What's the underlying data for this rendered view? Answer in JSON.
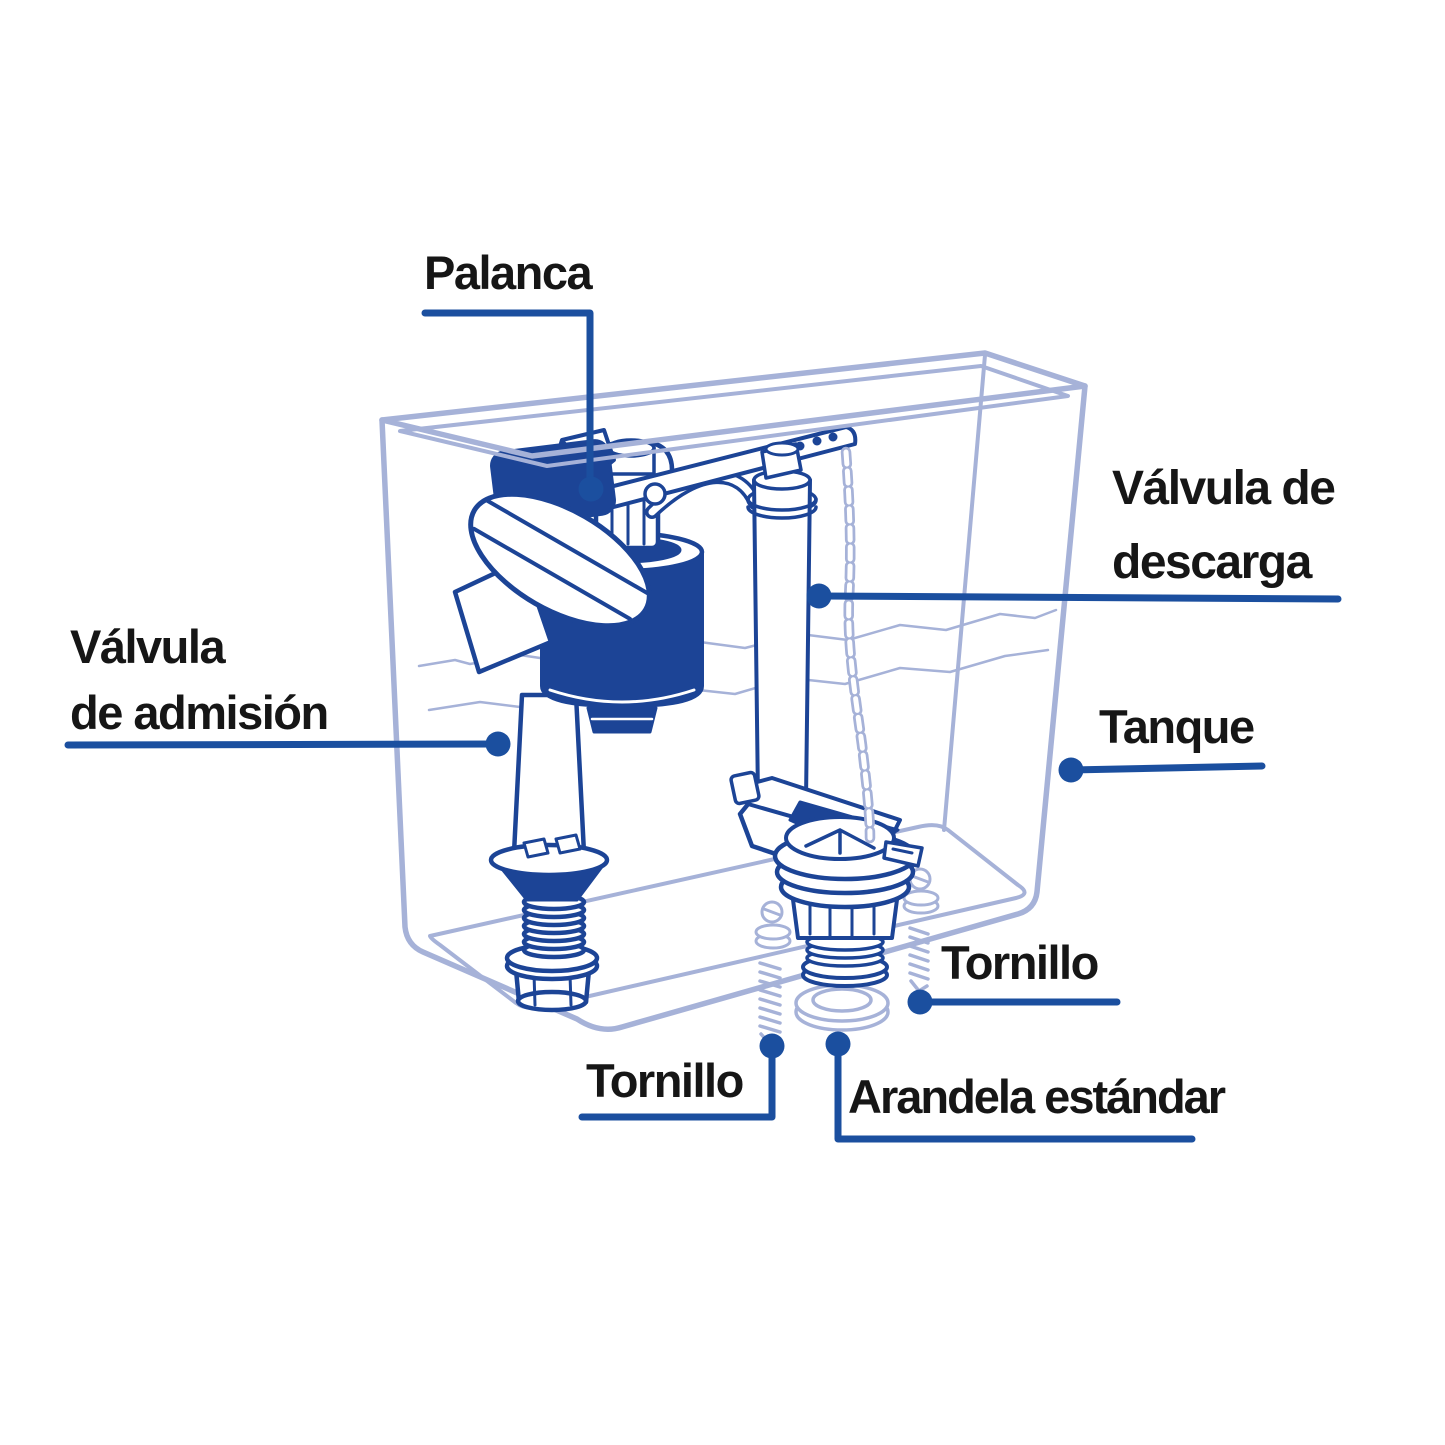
{
  "colors": {
    "background": "#ffffff",
    "diagram_dark_blue": "#1c4496",
    "tank_light_blue": "#a6b2d8",
    "leader_blue": "#1b4f9f",
    "label_text": "#161616"
  },
  "labels": {
    "palanca": {
      "text": "Palanca"
    },
    "valvula_descarga": {
      "line1": "Válvula de",
      "line2": "descarga"
    },
    "valvula_admision": {
      "line1": "Válvula",
      "line2": "de admisión"
    },
    "tanque": {
      "text": "Tanque"
    },
    "tornillo_right": {
      "text": "Tornillo"
    },
    "tornillo_bottom": {
      "text": "Tornillo"
    },
    "arandela": {
      "text": "Arandela estándar"
    }
  }
}
